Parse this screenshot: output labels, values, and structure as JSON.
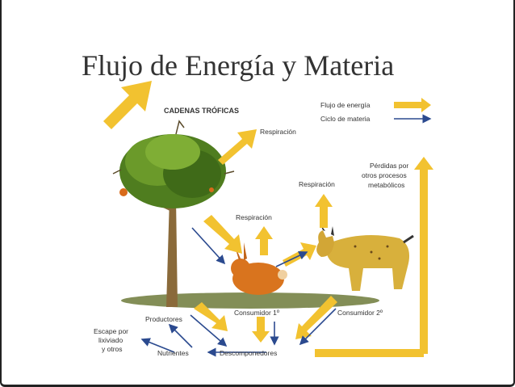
{
  "slide": {
    "title": "Flujo de Energía y Materia"
  },
  "diagram": {
    "heading": "CADENAS TRÓFICAS",
    "legend": {
      "energy": "Flujo de energía",
      "matter": "Ciclo de materia",
      "energy_color": "#f2c230",
      "matter_color": "#2b4a8f"
    },
    "labels": {
      "respiracion_top": "Respiración",
      "respiracion_mid": "Respiración",
      "respiracion_low": "Respiración",
      "perdidas_1": "Pérdidas por",
      "perdidas_2": "otros procesos",
      "perdidas_3": "metabólicos",
      "productores": "Productores",
      "consumidor1": "Consumidor 1º",
      "consumidor2": "Consumidor 2º",
      "nutrientes": "Nutrientes",
      "descomponedores": "Descomponedores",
      "escape_1": "Escape por",
      "escape_2": "lixiviado",
      "escape_3": "y otros"
    }
  }
}
